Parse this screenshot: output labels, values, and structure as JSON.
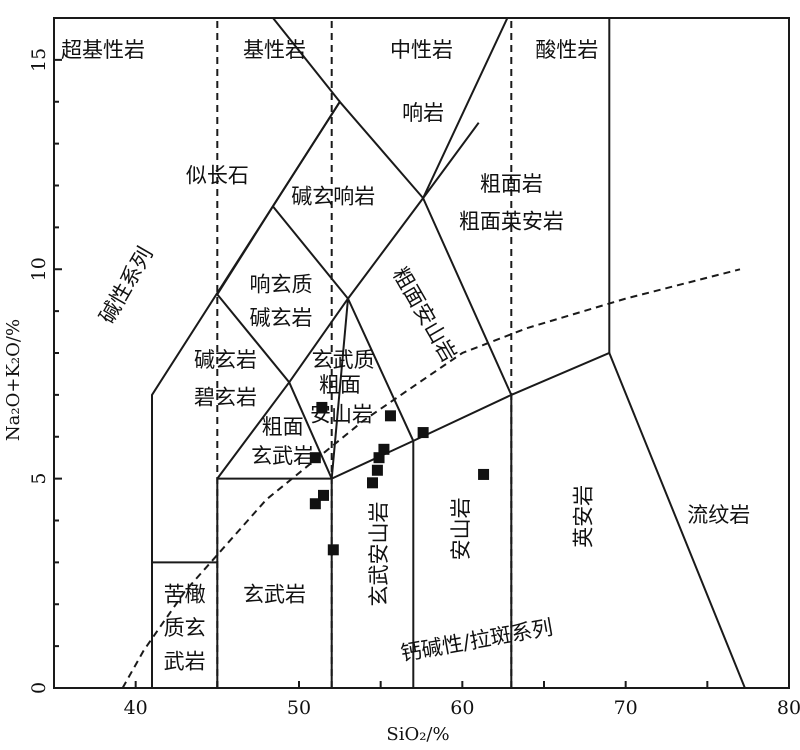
{
  "chart_data": {
    "type": "scatter",
    "title": "",
    "xlabel": "SiO₂/%",
    "ylabel": "Na₂O+K₂O/%",
    "xlim": [
      35,
      80
    ],
    "ylim": [
      0,
      16
    ],
    "x_ticks": [
      40,
      50,
      60,
      70,
      80
    ],
    "x_tick_labels": [
      "40",
      "50",
      "60",
      "70",
      "80"
    ],
    "y_ticks": [
      0,
      5,
      10,
      15
    ],
    "y_tick_labels": [
      "0",
      "5",
      "10",
      "15"
    ],
    "grid": false,
    "legend": "none",
    "marker": "square",
    "marker_color": "#111111",
    "points": [
      {
        "x": 52.1,
        "y": 3.3
      },
      {
        "x": 51.0,
        "y": 4.4
      },
      {
        "x": 51.5,
        "y": 4.6
      },
      {
        "x": 51.0,
        "y": 5.5
      },
      {
        "x": 51.4,
        "y": 6.7
      },
      {
        "x": 54.5,
        "y": 4.9
      },
      {
        "x": 54.8,
        "y": 5.2
      },
      {
        "x": 54.9,
        "y": 5.5
      },
      {
        "x": 55.2,
        "y": 5.7
      },
      {
        "x": 55.6,
        "y": 6.5
      },
      {
        "x": 57.6,
        "y": 6.1
      },
      {
        "x": 61.3,
        "y": 5.1
      }
    ],
    "boundaries": [
      [
        [
          41,
          0
        ],
        [
          41,
          7
        ],
        [
          52.5,
          14
        ],
        [
          57.6,
          11.7
        ],
        [
          63,
          16.2
        ]
      ],
      [
        [
          41,
          3
        ],
        [
          45,
          3
        ]
      ],
      [
        [
          45,
          0
        ],
        [
          45,
          5
        ],
        [
          49.4,
          7.3
        ],
        [
          53,
          9.3
        ],
        [
          57.6,
          11.7
        ],
        [
          61,
          13.5
        ]
      ],
      [
        [
          45,
          5
        ],
        [
          52,
          5
        ],
        [
          57,
          5.9
        ],
        [
          63,
          7
        ],
        [
          69,
          8
        ],
        [
          77.3,
          0
        ]
      ],
      [
        [
          45,
          9.4
        ],
        [
          48.4,
          11.5
        ],
        [
          52.5,
          14
        ]
      ],
      [
        [
          48.4,
          11.5
        ],
        [
          53,
          9.3
        ],
        [
          57,
          5.9
        ],
        [
          57,
          0
        ]
      ],
      [
        [
          49.4,
          7.3
        ],
        [
          52,
          5
        ],
        [
          52,
          0
        ]
      ],
      [
        [
          53,
          9.3
        ],
        [
          52,
          5
        ]
      ],
      [
        [
          49.4,
          7.3
        ],
        [
          45,
          9.4
        ]
      ],
      [
        [
          63,
          0
        ],
        [
          63,
          7
        ],
        [
          57.6,
          11.7
        ]
      ],
      [
        [
          69,
          8
        ],
        [
          69,
          16.2
        ]
      ],
      [
        [
          48,
          16.2
        ],
        [
          52.5,
          14
        ]
      ]
    ],
    "dashed_lines": [
      [
        [
          39.2,
          0
        ],
        [
          40.5,
          0.9
        ],
        [
          43,
          2.3
        ],
        [
          48,
          4.5
        ],
        [
          54,
          6.4
        ],
        [
          60,
          8
        ],
        [
          64,
          8.6
        ],
        [
          70,
          9.3
        ],
        [
          77,
          10
        ]
      ],
      [
        [
          45,
          0
        ],
        [
          45,
          16.2
        ]
      ],
      [
        [
          52,
          0
        ],
        [
          52,
          16.2
        ]
      ],
      [
        [
          63,
          0
        ],
        [
          63,
          16.2
        ]
      ]
    ],
    "region_labels": [
      {
        "text": "超基性岩",
        "x": 38,
        "y": 15.2,
        "rotate": 0
      },
      {
        "text": "基性岩",
        "x": 48.5,
        "y": 15.2,
        "rotate": 0
      },
      {
        "text": "中性岩",
        "x": 57.5,
        "y": 15.2,
        "rotate": 0
      },
      {
        "text": "酸性岩",
        "x": 66.4,
        "y": 15.2,
        "rotate": 0
      },
      {
        "text": "响岩",
        "x": 57.6,
        "y": 13.7,
        "rotate": 0
      },
      {
        "text": "似长石",
        "x": 45,
        "y": 12.2,
        "rotate": 0
      },
      {
        "text": "碱玄响岩",
        "x": 52.1,
        "y": 11.7,
        "rotate": 0
      },
      {
        "text": "粗面岩",
        "x": 63,
        "y": 12,
        "rotate": 0
      },
      {
        "text": "粗面英安岩",
        "x": 63,
        "y": 11.1,
        "rotate": 0
      },
      {
        "text": "碱性系列",
        "x": 39.5,
        "y": 9.6,
        "rotate": -60
      },
      {
        "text": "响玄质",
        "x": 48.9,
        "y": 9.6,
        "rotate": 0
      },
      {
        "text": "碱玄岩",
        "x": 48.9,
        "y": 8.8,
        "rotate": 0
      },
      {
        "text": "粗面安山岩",
        "x": 57.6,
        "y": 8.9,
        "rotate": 60
      },
      {
        "text": "碱玄岩",
        "x": 45.5,
        "y": 7.8,
        "rotate": 0
      },
      {
        "text": "玄武质",
        "x": 52.7,
        "y": 7.8,
        "rotate": 0
      },
      {
        "text": "碧玄岩",
        "x": 45.5,
        "y": 6.9,
        "rotate": 0
      },
      {
        "text": "粗面",
        "x": 52.5,
        "y": 7.2,
        "rotate": 0
      },
      {
        "text": "安山岩",
        "x": 52.6,
        "y": 6.5,
        "rotate": 0
      },
      {
        "text": "粗面",
        "x": 49,
        "y": 6.2,
        "rotate": 0
      },
      {
        "text": "玄武岩",
        "x": 49,
        "y": 5.5,
        "rotate": 0
      },
      {
        "text": "安山岩",
        "x": 60,
        "y": 3.8,
        "rotate": -90
      },
      {
        "text": "英安岩",
        "x": 67.5,
        "y": 4.1,
        "rotate": -90
      },
      {
        "text": "流纹岩",
        "x": 75.7,
        "y": 4.1,
        "rotate": 0
      },
      {
        "text": "玄武安山岩",
        "x": 55,
        "y": 3.2,
        "rotate": -90
      },
      {
        "text": "苦橄",
        "x": 43,
        "y": 2.2,
        "rotate": 0
      },
      {
        "text": "质玄",
        "x": 43,
        "y": 1.4,
        "rotate": 0
      },
      {
        "text": "武岩",
        "x": 43,
        "y": 0.6,
        "rotate": 0
      },
      {
        "text": "玄武岩",
        "x": 48.5,
        "y": 2.2,
        "rotate": 0
      },
      {
        "text": "钙碱性/拉斑系列",
        "x": 60.9,
        "y": 1.1,
        "rotate": -10
      }
    ]
  }
}
